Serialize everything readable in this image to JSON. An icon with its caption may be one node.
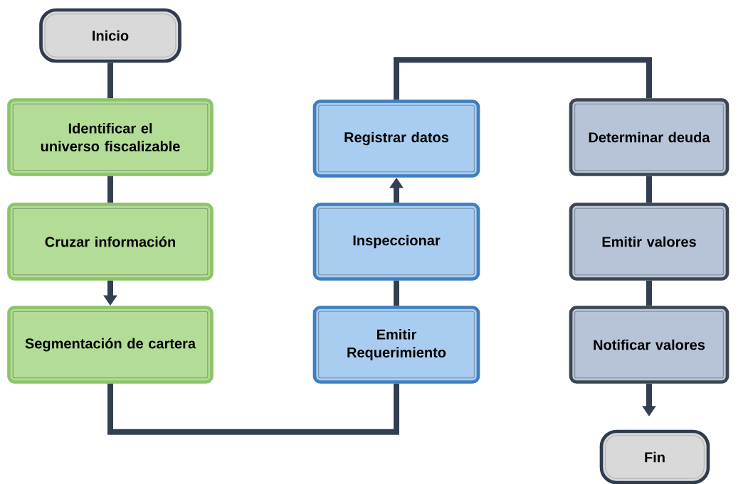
{
  "diagram": {
    "nodes": [
      {
        "text": [
          "Inicio"
        ]
      },
      {
        "text": [
          "Identificar el universo fiscalizable"
        ]
      },
      {
        "text": [
          "Cruzar información"
        ]
      },
      {
        "text": [
          "Segmentación de cartera"
        ]
      },
      {
        "text": [
          "Registrar datos"
        ]
      },
      {
        "text": [
          "Inspeccionar"
        ]
      },
      {
        "text": [
          "Emitir Requerimiento"
        ]
      },
      {
        "text": [
          "Determinar deuda"
        ]
      },
      {
        "text": [
          "Emitir valores"
        ]
      },
      {
        "text": [
          "Notificar valores"
        ]
      },
      {
        "text": [
          "Fin"
        ]
      }
    ],
    "edges": [
      {
        "from": 0,
        "to": 1,
        "arrow": "none"
      },
      {
        "from": 1,
        "to": 2,
        "arrow": "none"
      },
      {
        "from": 2,
        "to": 3,
        "arrow": "to"
      },
      {
        "from": 3,
        "to": 6,
        "arrow": "none"
      },
      {
        "from": 6,
        "to": 5,
        "arrow": "none"
      },
      {
        "from": 5,
        "to": 4,
        "arrow": "to"
      },
      {
        "from": 4,
        "to": 7,
        "arrow": "none"
      },
      {
        "from": 7,
        "to": 8,
        "arrow": "none"
      },
      {
        "from": 8,
        "to": 9,
        "arrow": "none"
      },
      {
        "from": 9,
        "to": 10,
        "arrow": "to"
      }
    ]
  }
}
